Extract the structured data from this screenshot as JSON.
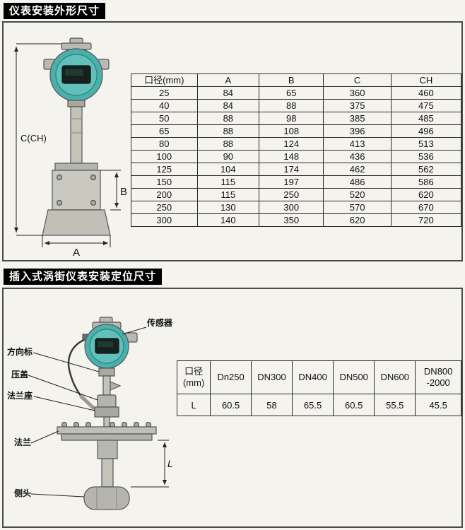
{
  "colors": {
    "page_bg": "#f5f4ef",
    "panel_bg": "#f4f3ee",
    "title_bg": "#000000",
    "title_fg": "#ffffff",
    "head_teal": "#4ab0ac",
    "metal_gray": "#c3c3ba",
    "line": "#222222"
  },
  "section1": {
    "title": "仪表安装外形尺寸",
    "diagram": {
      "dim_c_label": "C(CH)",
      "dim_b_label": "B",
      "dim_a_label": "A"
    },
    "table": {
      "headers": [
        "口径(mm)",
        "A",
        "B",
        "C",
        "CH"
      ],
      "rows": [
        [
          "25",
          "84",
          "65",
          "360",
          "460"
        ],
        [
          "40",
          "84",
          "88",
          "375",
          "475"
        ],
        [
          "50",
          "88",
          "98",
          "385",
          "485"
        ],
        [
          "65",
          "88",
          "108",
          "396",
          "496"
        ],
        [
          "80",
          "88",
          "124",
          "413",
          "513"
        ],
        [
          "100",
          "90",
          "148",
          "436",
          "536"
        ],
        [
          "125",
          "104",
          "174",
          "462",
          "562"
        ],
        [
          "150",
          "115",
          "197",
          "486",
          "586"
        ],
        [
          "200",
          "115",
          "250",
          "520",
          "620"
        ],
        [
          "250",
          "130",
          "300",
          "570",
          "670"
        ],
        [
          "300",
          "140",
          "350",
          "620",
          "720"
        ]
      ]
    }
  },
  "section2": {
    "title": "插入式涡街仪表安装定位尺寸",
    "diagram": {
      "labels": {
        "sensor": "传感器",
        "direction_indicator": "方向标",
        "gland": "压盖",
        "flange_seat": "法兰座",
        "flange": "法兰",
        "probe": "侧头"
      },
      "dim_l_label": "L"
    },
    "table": {
      "headers": [
        "口径\n(mm)",
        "Dn250",
        "DN300",
        "DN400",
        "DN500",
        "DN600",
        "DN800\n-2000"
      ],
      "rows": [
        [
          "L",
          "60.5",
          "58",
          "65.5",
          "60.5",
          "55.5",
          "45.5"
        ]
      ]
    }
  }
}
